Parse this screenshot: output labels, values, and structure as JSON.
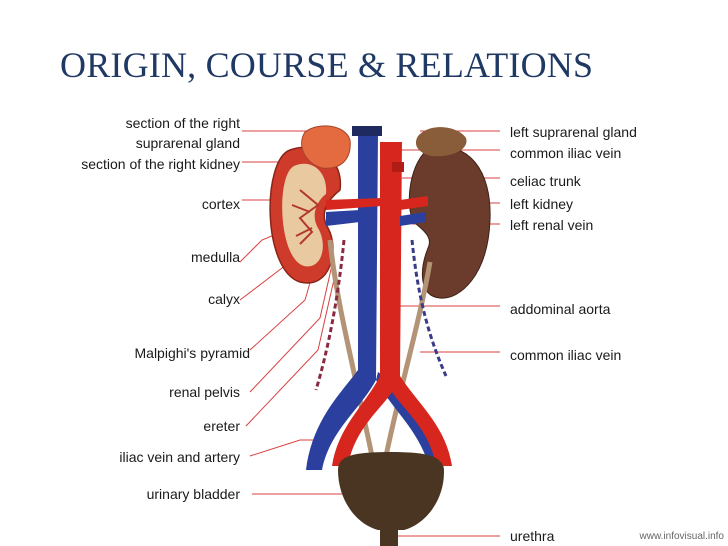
{
  "title": "ORIGIN, COURSE & RELATIONS",
  "labels_left": [
    "section of the right",
    "suprarenal gland",
    "section of the right kidney",
    "cortex",
    "medulla",
    "calyx",
    "Malpighi's pyramid",
    "renal pelvis",
    "ereter",
    "iliac vein and artery",
    "urinary bladder"
  ],
  "labels_right": [
    "left suprarenal gland",
    "common iliac vein",
    "celiac trunk",
    "left kidney",
    "left renal vein",
    "addominal aorta",
    "common iliac vein",
    "urethra"
  ],
  "credit": "www.infovisual.info",
  "colors": {
    "title": "#1f3864",
    "artery": "#d7261e",
    "vein": "#2a3f9e",
    "kidney": "#6b3b2c",
    "bladder": "#4a3522",
    "leader": "#d84040"
  }
}
